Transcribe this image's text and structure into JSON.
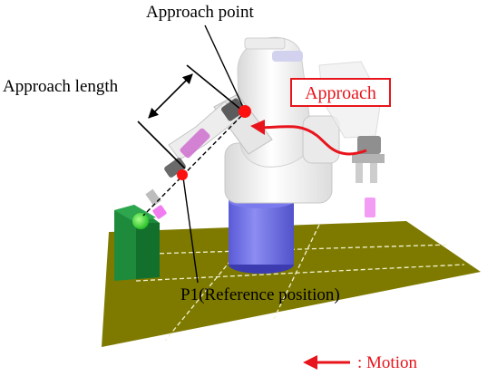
{
  "labels": {
    "approach_point": "Approach point",
    "approach_length": "Approach length",
    "approach": "Approach",
    "p1": "P1(Reference position)",
    "motion": ": Motion"
  },
  "colors": {
    "motion_arrow": "#e8141c",
    "floor": "#7e7a00",
    "robot_base": "#6e6ee6",
    "robot_body": "#f4f4f4",
    "workpiece": "#1e8a3c",
    "gripper_tip": "#f07cf0",
    "point_marker": "#ff1010"
  }
}
